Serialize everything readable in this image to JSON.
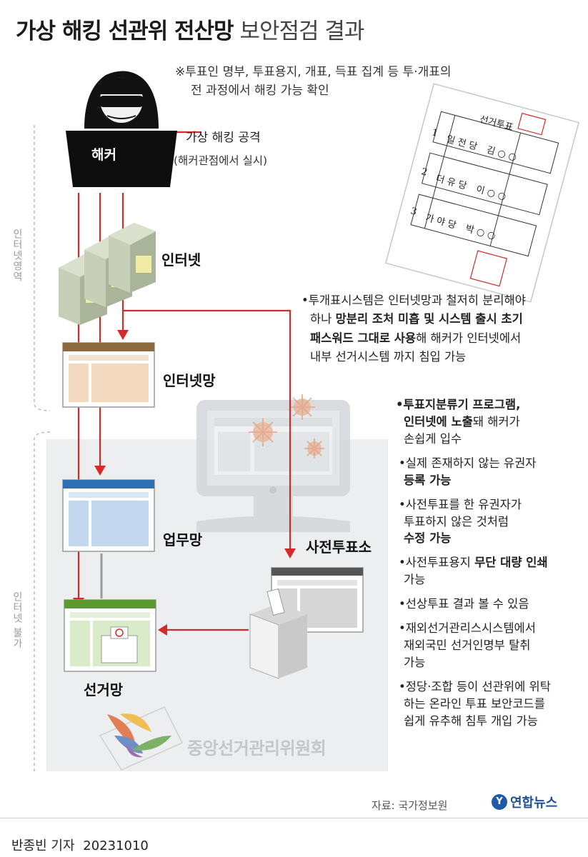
{
  "title": {
    "bold": "가상 해킹 선관위 전산망",
    "light": "보안점검 결과"
  },
  "note": {
    "line1": "※투표인 명부, 투표용지, 개표, 득표 집계 등 투·개표의",
    "line2": "전 과정에서 해킹 가능 확인"
  },
  "legend": {
    "title": "가상 해킹 공격",
    "subtitle": "(해커관점에서 실시)"
  },
  "nodes": {
    "hacker": "해커",
    "internet": "인터넷",
    "internet_net": "인터넷망",
    "work_net": "업무망",
    "election_net": "선거망",
    "early_voting": "사전투표소"
  },
  "zones": {
    "internet_zone": "인터넷영역",
    "no_internet_zone": "인터넷 불가"
  },
  "ballot": {
    "header": "선거투표",
    "rows": [
      {
        "no": "1",
        "party": "일 전 당",
        "name": "김 ○ ○"
      },
      {
        "no": "2",
        "party": "더 유 당",
        "name": "이 ○ ○"
      },
      {
        "no": "3",
        "party": "가 야 당",
        "name": "박 ○ ○"
      }
    ]
  },
  "intro": {
    "p1": "•투개표시스템은 인터넷망과 철저히 분리해야",
    "p2a": "하나 ",
    "p2b": "망분리 조처 미흡 및 시스템 출시 초기",
    "p3a": "패스워드 그대로 사용",
    "p3b": "해 해커가 인터넷에서",
    "p4": "내부 선거시스템 까지 침입 가능"
  },
  "findings": [
    {
      "b1": "•투표지분류기 프로그램,",
      "t1": "",
      "b2": "인터넷에 노출",
      "t2": "돼 해커가",
      "t3": "손쉽게 입수"
    },
    {
      "b1": "",
      "t1": "•실제 존재하지 않는 유권자",
      "b2": "등록 가능",
      "t2": "",
      "t3": ""
    },
    {
      "b1": "",
      "t1": "•사전투표를 한 유권자가",
      "b2": "",
      "t2": "투표하지 않은 것처럼",
      "t3": "",
      "b3": "수정 가능"
    },
    {
      "b1": "",
      "t1": "•사전투표용지 ",
      "b2": "무단 대량 인쇄",
      "t2": "",
      "t3": "가능"
    },
    {
      "b1": "",
      "t1": "•선상투표 결과 볼 수 있음",
      "b2": "",
      "t2": "",
      "t3": ""
    },
    {
      "b1": "",
      "t1": "•재외선거관리스시스템에서",
      "b2": "",
      "t2": "재외국민 선거인명부 탈취",
      "t3": "가능"
    },
    {
      "b1": "",
      "t1": "•정당·조합 등이 선관위에 위탁",
      "b2": "",
      "t2": "하는 온라인 투표 보안코드를",
      "t3": "쉽게 유추해 침투 개입 가능"
    }
  ],
  "watermark": "중앙선거관리위원회",
  "source": "자료: 국가정보원",
  "agency": "연합뉴스",
  "byline": {
    "reporter": "반종빈 기자",
    "date": "20231010"
  },
  "colors": {
    "attack": "#d42a2a",
    "grey": "#eceef0",
    "server": "#b9c3a8"
  }
}
